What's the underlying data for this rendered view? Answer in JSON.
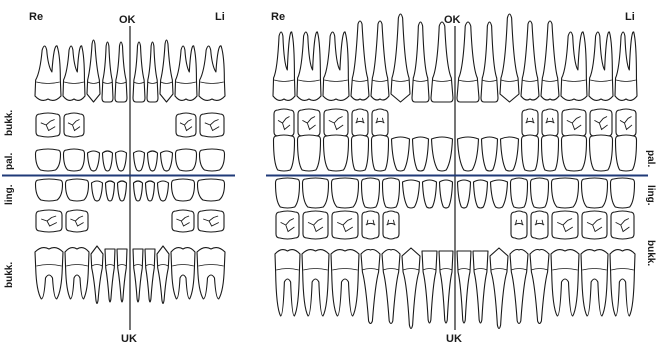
{
  "charts": [
    {
      "id": "primary",
      "labels": {
        "right": "Re",
        "left": "Li",
        "upper": "OK",
        "lower": "UK",
        "buccal_upper": "bukk.",
        "palatal": "pal.",
        "lingual": "ling.",
        "buccal_lower": "bukk."
      }
    },
    {
      "id": "permanent",
      "labels": {
        "right": "Re",
        "left": "Li",
        "upper": "OK",
        "lower": "UK",
        "palatal": "pal.",
        "lingual": "ling.",
        "buccal_lower": "bukk."
      }
    }
  ],
  "colors": {
    "line": "#1a1a1a",
    "occlusal_plane": "#1f3a78",
    "background": "#ffffff"
  }
}
